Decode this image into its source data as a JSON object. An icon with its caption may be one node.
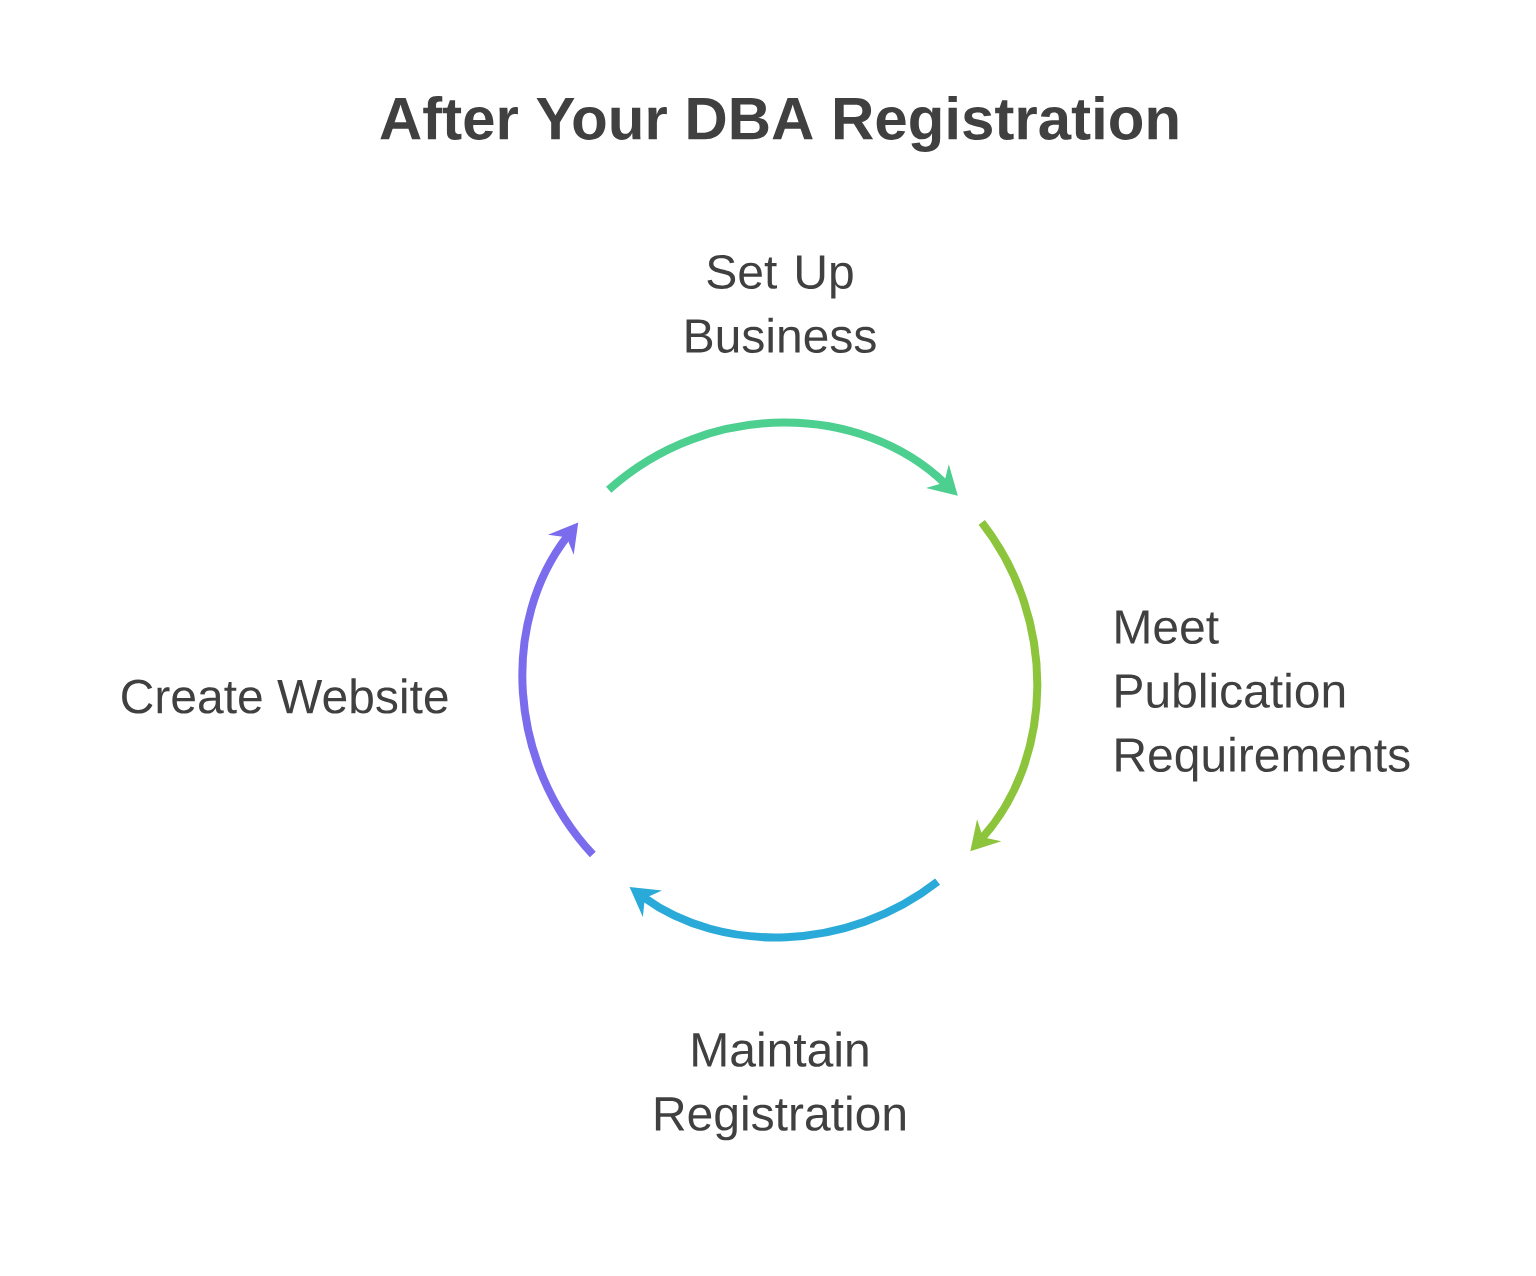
{
  "diagram": {
    "title": "After Your DBA Registration",
    "nodes": [
      {
        "text": [
          "Set Up Business"
        ]
      },
      {
        "text": [
          "Meet Publication Requirements"
        ]
      },
      {
        "text": [
          "Maintain Registration"
        ]
      },
      {
        "text": [
          "Create Website"
        ]
      }
    ]
  }
}
